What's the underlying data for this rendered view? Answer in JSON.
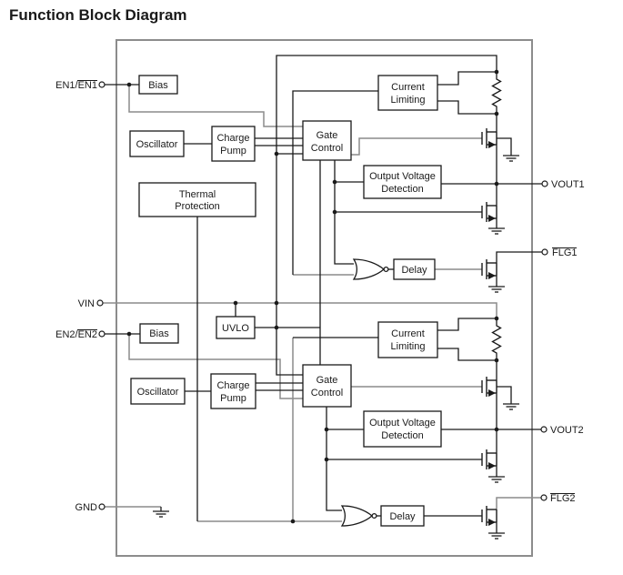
{
  "title": "Function Block Diagram",
  "blocks": {
    "bias1": {
      "label": "Bias"
    },
    "osc1": {
      "label": "Oscillator"
    },
    "cp1": {
      "lines": [
        "Charge",
        "Pump"
      ]
    },
    "gc1": {
      "lines": [
        "Gate",
        "Control"
      ]
    },
    "tp": {
      "lines": [
        "Thermal",
        "Protection"
      ]
    },
    "cl1": {
      "lines": [
        "Current",
        "Limiting"
      ]
    },
    "ovd1": {
      "lines": [
        "Output Voltage",
        "Detection"
      ]
    },
    "delay1": {
      "label": "Delay"
    },
    "uvlo": {
      "label": "UVLO"
    },
    "bias2": {
      "label": "Bias"
    },
    "osc2": {
      "label": "Oscillator"
    },
    "cp2": {
      "lines": [
        "Charge",
        "Pump"
      ]
    },
    "gc2": {
      "lines": [
        "Gate",
        "Control"
      ]
    },
    "cl2": {
      "lines": [
        "Current",
        "Limiting"
      ]
    },
    "ovd2": {
      "lines": [
        "Output Voltage",
        "Detection"
      ]
    },
    "delay2": {
      "label": "Delay"
    }
  },
  "pins": {
    "en1": {
      "prefix": "EN1/",
      "overlined": "EN1"
    },
    "vin": {
      "label": "VIN"
    },
    "en2": {
      "prefix": "EN2/",
      "overlined": "EN2"
    },
    "gnd": {
      "label": "GND"
    },
    "vout1": {
      "label": "VOUT1"
    },
    "flg1": {
      "label": "FLG1",
      "overlined": true
    },
    "vout2": {
      "label": "VOUT2"
    },
    "flg2": {
      "label": "FLG2",
      "overlined": true
    }
  },
  "colors": {
    "line_black": "#1a1a1a",
    "line_gray": "#8c8c8c",
    "border": "#8c8c8c",
    "background": "#ffffff"
  }
}
